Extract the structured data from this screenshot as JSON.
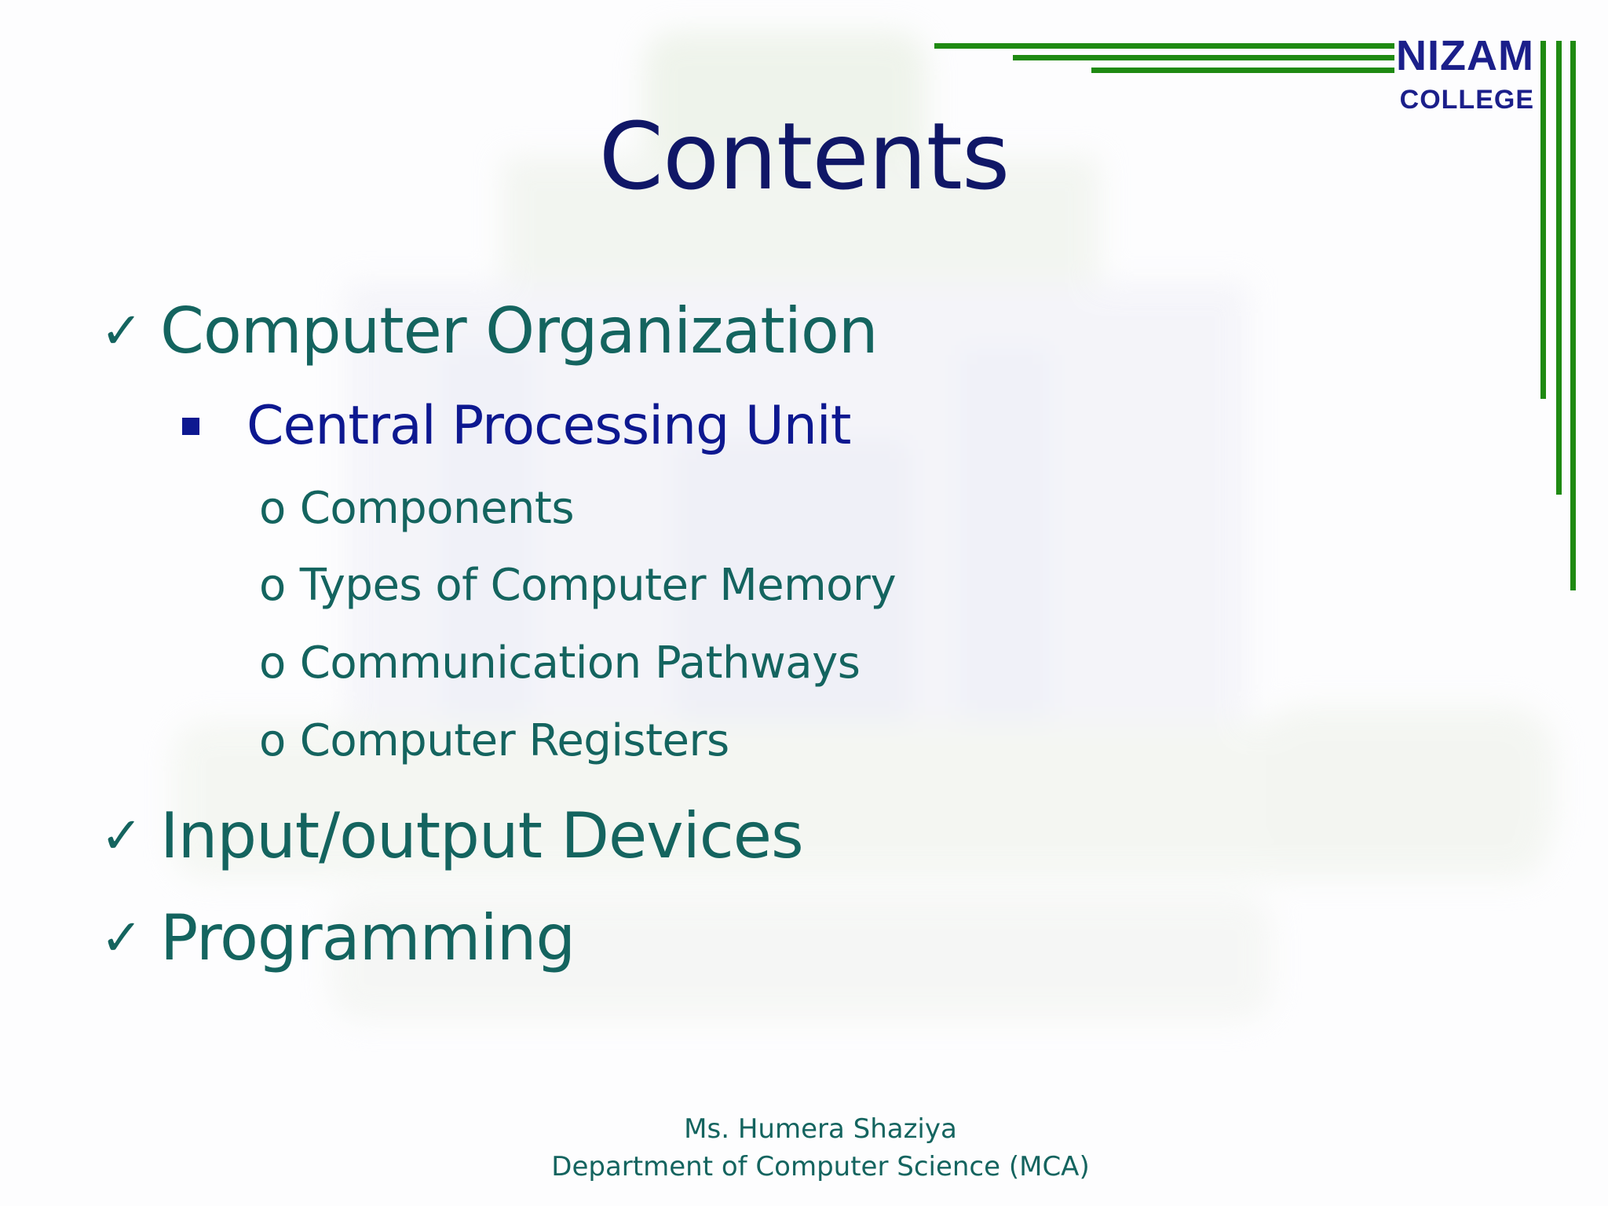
{
  "logo": {
    "line1": "NIZAM",
    "line2": "COLLEGE",
    "color_text": "#1b1f8a",
    "color_lines": "#1f8a12"
  },
  "title": "Contents",
  "outline": [
    {
      "level": 1,
      "marker": "checkmark",
      "text": "Computer Organization"
    },
    {
      "level": 2,
      "marker": "square",
      "text": "Central Processing Unit"
    },
    {
      "level": 3,
      "marker": "o",
      "text": "Components"
    },
    {
      "level": 3,
      "marker": "o",
      "text": "Types of Computer Memory"
    },
    {
      "level": 3,
      "marker": "o",
      "text": "Communication Pathways"
    },
    {
      "level": 3,
      "marker": "o",
      "text": "Computer Registers"
    },
    {
      "level": 1,
      "marker": "checkmark",
      "text": "Input/output Devices"
    },
    {
      "level": 1,
      "marker": "checkmark",
      "text": "Programming"
    }
  ],
  "footer": {
    "author": "Ms. Humera Shaziya",
    "department": "Department of Computer Science (MCA)"
  },
  "colors": {
    "title": "#101767",
    "level1": "#14645f",
    "level2": "#0d1890",
    "level3": "#14645f"
  }
}
